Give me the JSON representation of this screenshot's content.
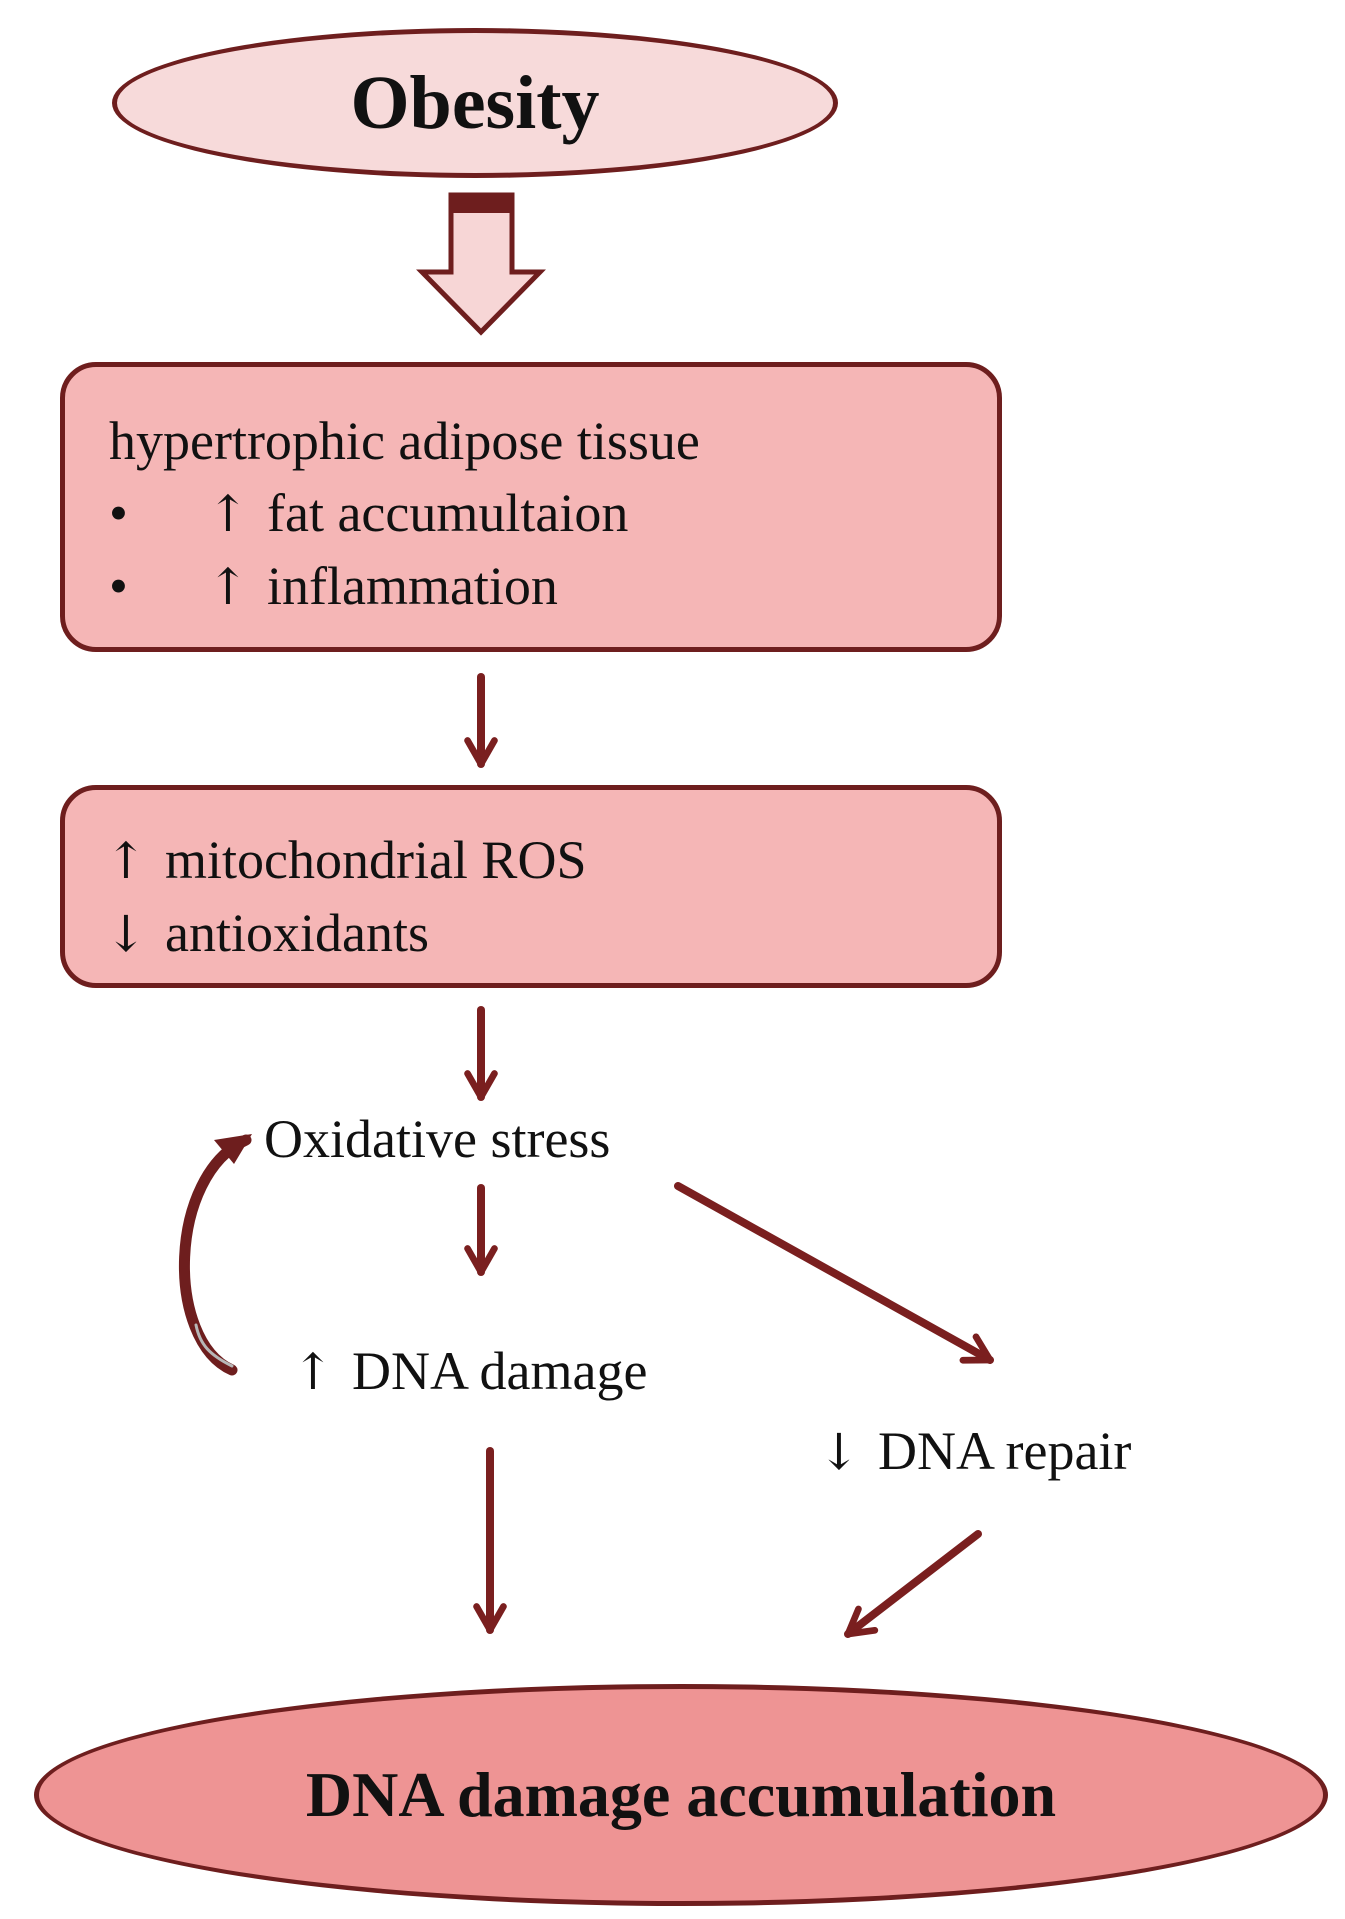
{
  "nodes": {
    "obesity": "Obesity",
    "adipose_box": {
      "title": "hypertrophic adipose tissue",
      "items": [
        {
          "bullet": "•",
          "arrow": "↑",
          "text": "fat accumultaion"
        },
        {
          "bullet": "•",
          "arrow": "↑",
          "text": "inflammation"
        }
      ]
    },
    "ros_box": {
      "items": [
        {
          "arrow": "↑",
          "text": "mitochondrial ROS"
        },
        {
          "arrow": "↓",
          "text": "antioxidants"
        }
      ]
    },
    "oxidative_stress": "Oxidative stress",
    "dna_damage": {
      "arrow": "↑",
      "text": "DNA damage"
    },
    "dna_repair": {
      "arrow": "↓",
      "text": "DNA repair"
    },
    "accumulation": "DNA damage accumulation"
  },
  "colors": {
    "stroke": "#6e1e1e",
    "arrow": "#7a1f1f",
    "obesity_fill": "#f7dada",
    "box_fill": "#f5b6b6",
    "accumulation_fill": "#ee9494"
  },
  "edges": [
    {
      "from": "obesity",
      "to": "adipose_box",
      "style": "block-arrow"
    },
    {
      "from": "adipose_box",
      "to": "ros_box",
      "style": "arrow"
    },
    {
      "from": "ros_box",
      "to": "oxidative_stress",
      "style": "arrow"
    },
    {
      "from": "oxidative_stress",
      "to": "dna_damage",
      "style": "arrow"
    },
    {
      "from": "oxidative_stress",
      "to": "dna_repair",
      "style": "arrow"
    },
    {
      "from": "dna_damage",
      "to": "oxidative_stress",
      "style": "curved-arrow"
    },
    {
      "from": "dna_damage",
      "to": "accumulation",
      "style": "arrow"
    },
    {
      "from": "dna_repair",
      "to": "accumulation",
      "style": "arrow"
    }
  ]
}
